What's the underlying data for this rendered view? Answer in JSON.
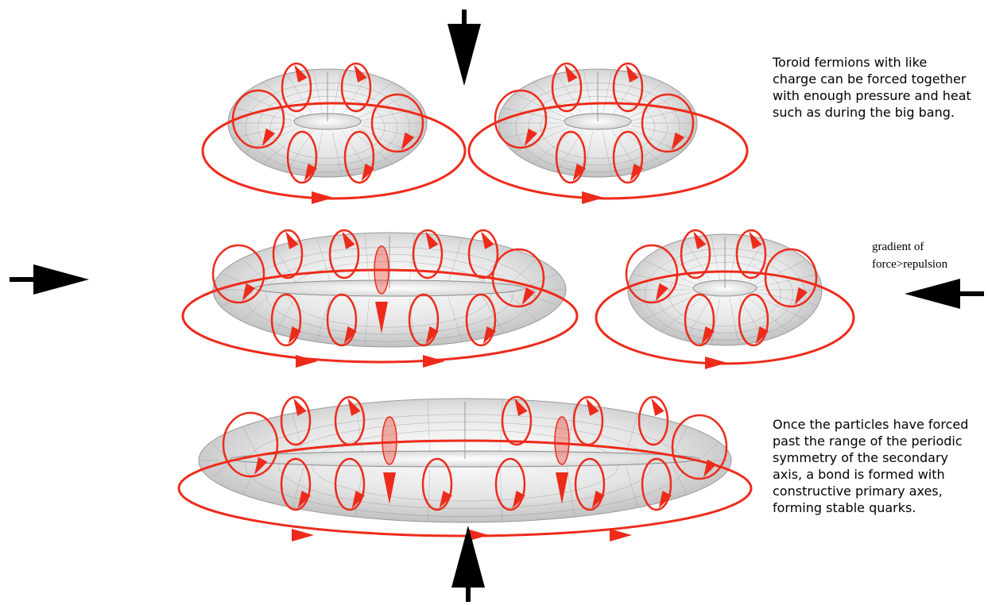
{
  "captions": {
    "top": "Toroid fermions with like\ncharge can be forced together\nwith enough pressure and heat\nsuch as during the big bang.",
    "bottom": "Once the particles have forced\npast the range of the periodic\nsymmetry of the secondary\naxis, a bond is formed with\nconstructive primary axes,\nforming stable quarks.",
    "gradient": "gradient of\nforce>repulsion"
  },
  "colors": {
    "flow": "#ee2b1b",
    "pressure_arrow": "#000000",
    "torus_fill": "#e6e6e6",
    "torus_mesh": "#7a7a7a"
  }
}
